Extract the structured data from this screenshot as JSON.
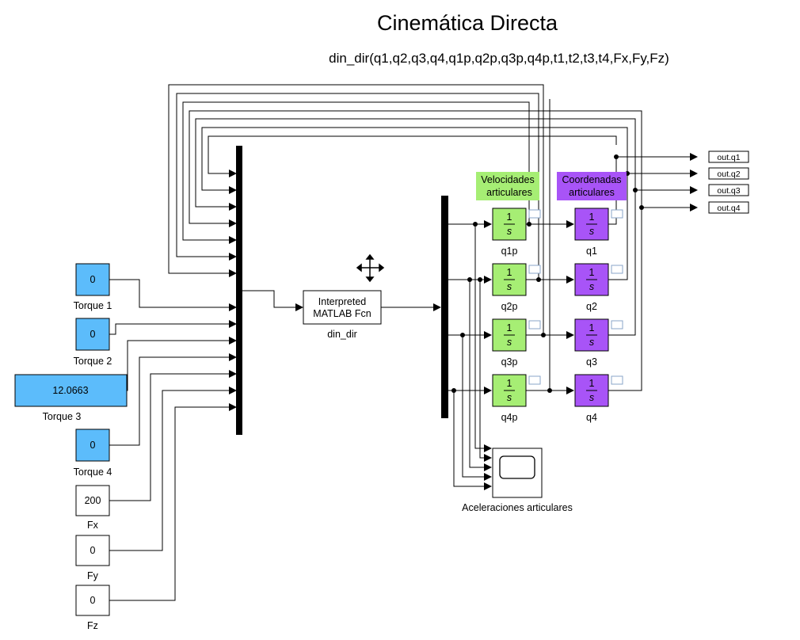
{
  "diagram": {
    "title": "Cinemática Directa",
    "subtitle": "din_dir(q1,q2,q3,q4,q1p,q2p,q3p,q4p,t1,t2,t3,t4,Fx,Fy,Fz)",
    "sources": [
      {
        "value": "0",
        "label": "Torque 1"
      },
      {
        "value": "0",
        "label": "Torque 2"
      },
      {
        "value": "12.0663",
        "label": "Torque 3"
      },
      {
        "value": "0",
        "label": "Torque 4"
      },
      {
        "value": "200",
        "label": "Fx"
      },
      {
        "value": "0",
        "label": "Fy"
      },
      {
        "value": "0",
        "label": "Fz"
      }
    ],
    "fcn": {
      "line1": "Interpreted",
      "line2": "MATLAB Fcn",
      "label": "din_dir"
    },
    "integrator_symbol": {
      "num": "1",
      "den": "s"
    },
    "velocity_integrators": [
      "q1p",
      "q2p",
      "q3p",
      "q4p"
    ],
    "position_integrators": [
      "q1",
      "q2",
      "q3",
      "q4"
    ],
    "annotations": {
      "velocidades": [
        "Velocidades",
        "articulares"
      ],
      "coordenadas": [
        "Coordenadas",
        "articulares"
      ]
    },
    "scope_label": "Aceleraciones articulares",
    "outputs": [
      "out.q1",
      "out.q2",
      "out.q3",
      "out.q4"
    ],
    "colors": {
      "source_fill": "#5cbcfb",
      "velocity_fill": "#a6ee74",
      "position_fill": "#a854f7",
      "velocidades_highlight": "#a6ee74",
      "coordenadas_highlight": "#a854f7"
    }
  }
}
